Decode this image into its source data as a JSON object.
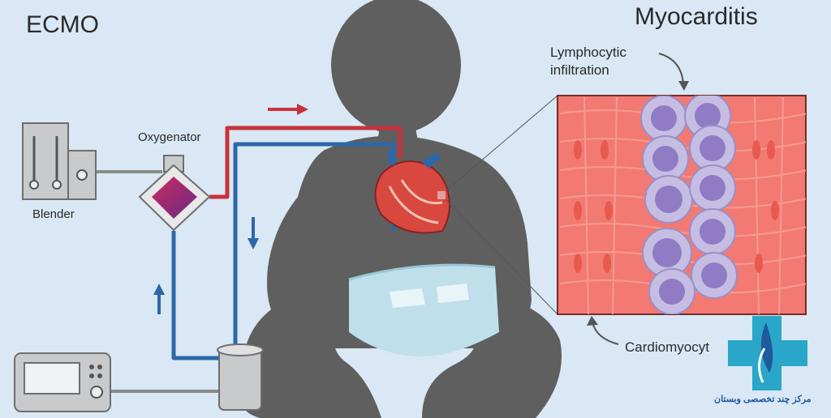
{
  "labels": {
    "ecmo": "ECMO",
    "myocarditis": "Myocarditis",
    "lymphocytic_line1": "Lymphocytic",
    "lymphocytic_line2": "infiltration",
    "oxygenator": "Oxygenator",
    "blender": "Blender",
    "cardiomyocyte": "Cardiomyocyt",
    "logo_text": "مرکز چند تخصصی وبستان"
  },
  "colors": {
    "background": "#d9e8f4",
    "silhouette": "#5f5f5f",
    "oxygenated_line": "#c8323c",
    "deoxygenated_line": "#2d67a8",
    "tissue": "#f27a72",
    "lymphocyte_outer": "#c6bde3",
    "lymphocyte_inner": "#8f7cc4",
    "diaper": "#bfe0ea",
    "logo_accent": "#2aa6c9"
  },
  "icons": [
    "arrow-right-icon",
    "arrow-down-icon",
    "arrow-up-icon",
    "curved-arrow-icon",
    "cross-logo-icon"
  ]
}
